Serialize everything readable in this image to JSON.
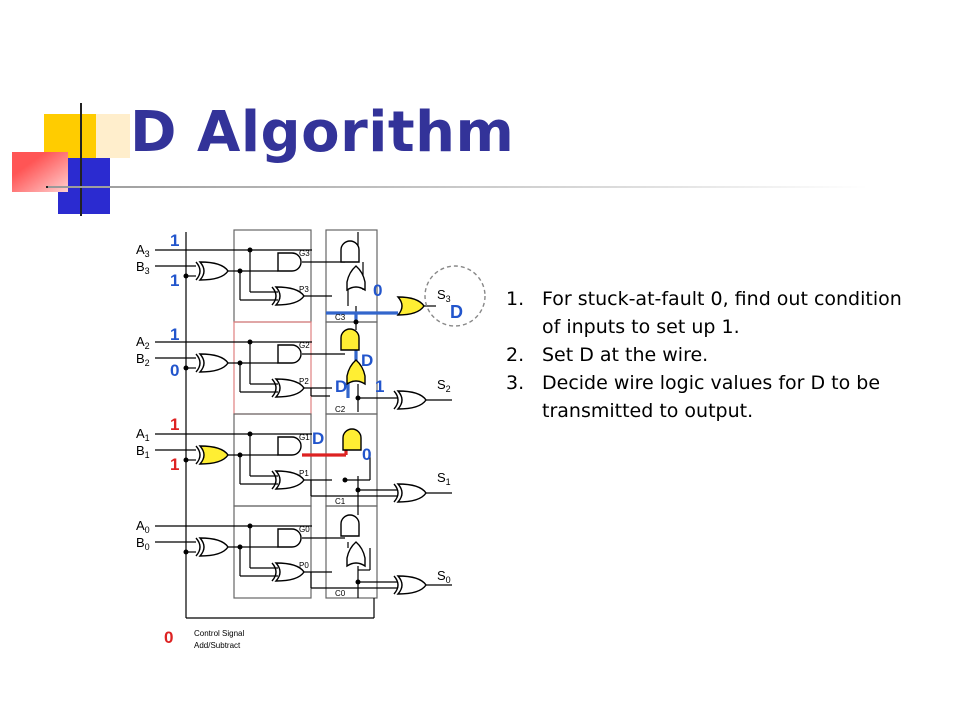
{
  "slide": {
    "title": "D Algorithm",
    "steps": [
      {
        "number": "1.",
        "text": "For stuck-at-fault 0, find out condition of inputs to set up 1."
      },
      {
        "number": "2.",
        "text": "Set D at the wire."
      },
      {
        "number": "3.",
        "text": "Decide wire logic values for D to be transmitted to output."
      }
    ]
  },
  "diagram": {
    "inputs": {
      "a3": "A",
      "a3_sub": "3",
      "b3": "B",
      "b3_sub": "3",
      "a2": "A",
      "a2_sub": "2",
      "b2": "B",
      "b2_sub": "2",
      "a1": "A",
      "a1_sub": "1",
      "b1": "B",
      "b1_sub": "1",
      "a0": "A",
      "a0_sub": "0",
      "b0": "B",
      "b0_sub": "0"
    },
    "outputs": {
      "s3": "S",
      "s3_sub": "3",
      "s2": "S",
      "s2_sub": "2",
      "s1": "S",
      "s1_sub": "1",
      "s0": "S",
      "s0_sub": "0"
    },
    "signals": {
      "g3": "G3",
      "p3": "P3",
      "g2": "G2",
      "p2": "P2",
      "g1": "G1",
      "p1": "P1",
      "g0": "G0",
      "p0": "P0",
      "c3": "C3",
      "c2": "C2",
      "c1": "C1",
      "c0": "C0"
    },
    "control": {
      "line1": "Control Signal",
      "line2": "Add/Subtract"
    },
    "values": {
      "a3": "1",
      "b3": "1",
      "a2": "1",
      "b2": "0",
      "a1": "1",
      "b1": "1",
      "control": "0",
      "c3_or_in": "0",
      "s3_out": "D",
      "and_c2_out": "D",
      "c2_d": "D",
      "s2_in": "1",
      "g1_out": "D",
      "c1_and_in": "0"
    },
    "colors": {
      "gate_highlight": "#ffee33",
      "fault_path": "#dd2222",
      "d_path": "#3366cc",
      "value_blue": "#2255cc",
      "value_red": "#dd2222"
    }
  }
}
